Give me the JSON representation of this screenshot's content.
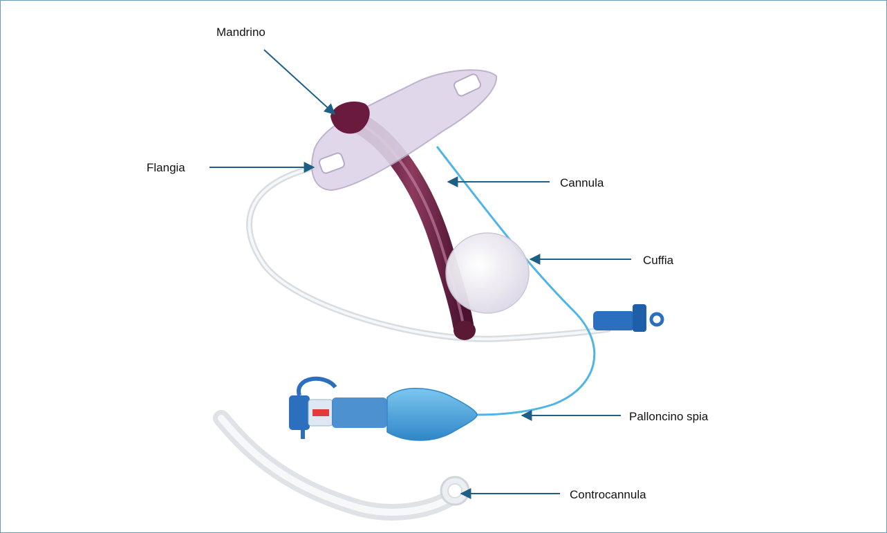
{
  "labels": {
    "mandrino": "Mandrino",
    "flangia": "Flangia",
    "cannula": "Cannula",
    "cuffia": "Cuffia",
    "palloncino_spia": "Palloncino spia",
    "controcannula": "Controcannula"
  },
  "colors": {
    "arrow": "#1d5f85",
    "text": "#111111",
    "border": "#6c9ab3",
    "cannula_tube": "#6a2140",
    "flange": "#ddd3e8",
    "pilot_line": "#4fb4e6",
    "connector": "#2c6fbf"
  },
  "icons": {
    "arrowhead": "arrowhead-icon"
  }
}
